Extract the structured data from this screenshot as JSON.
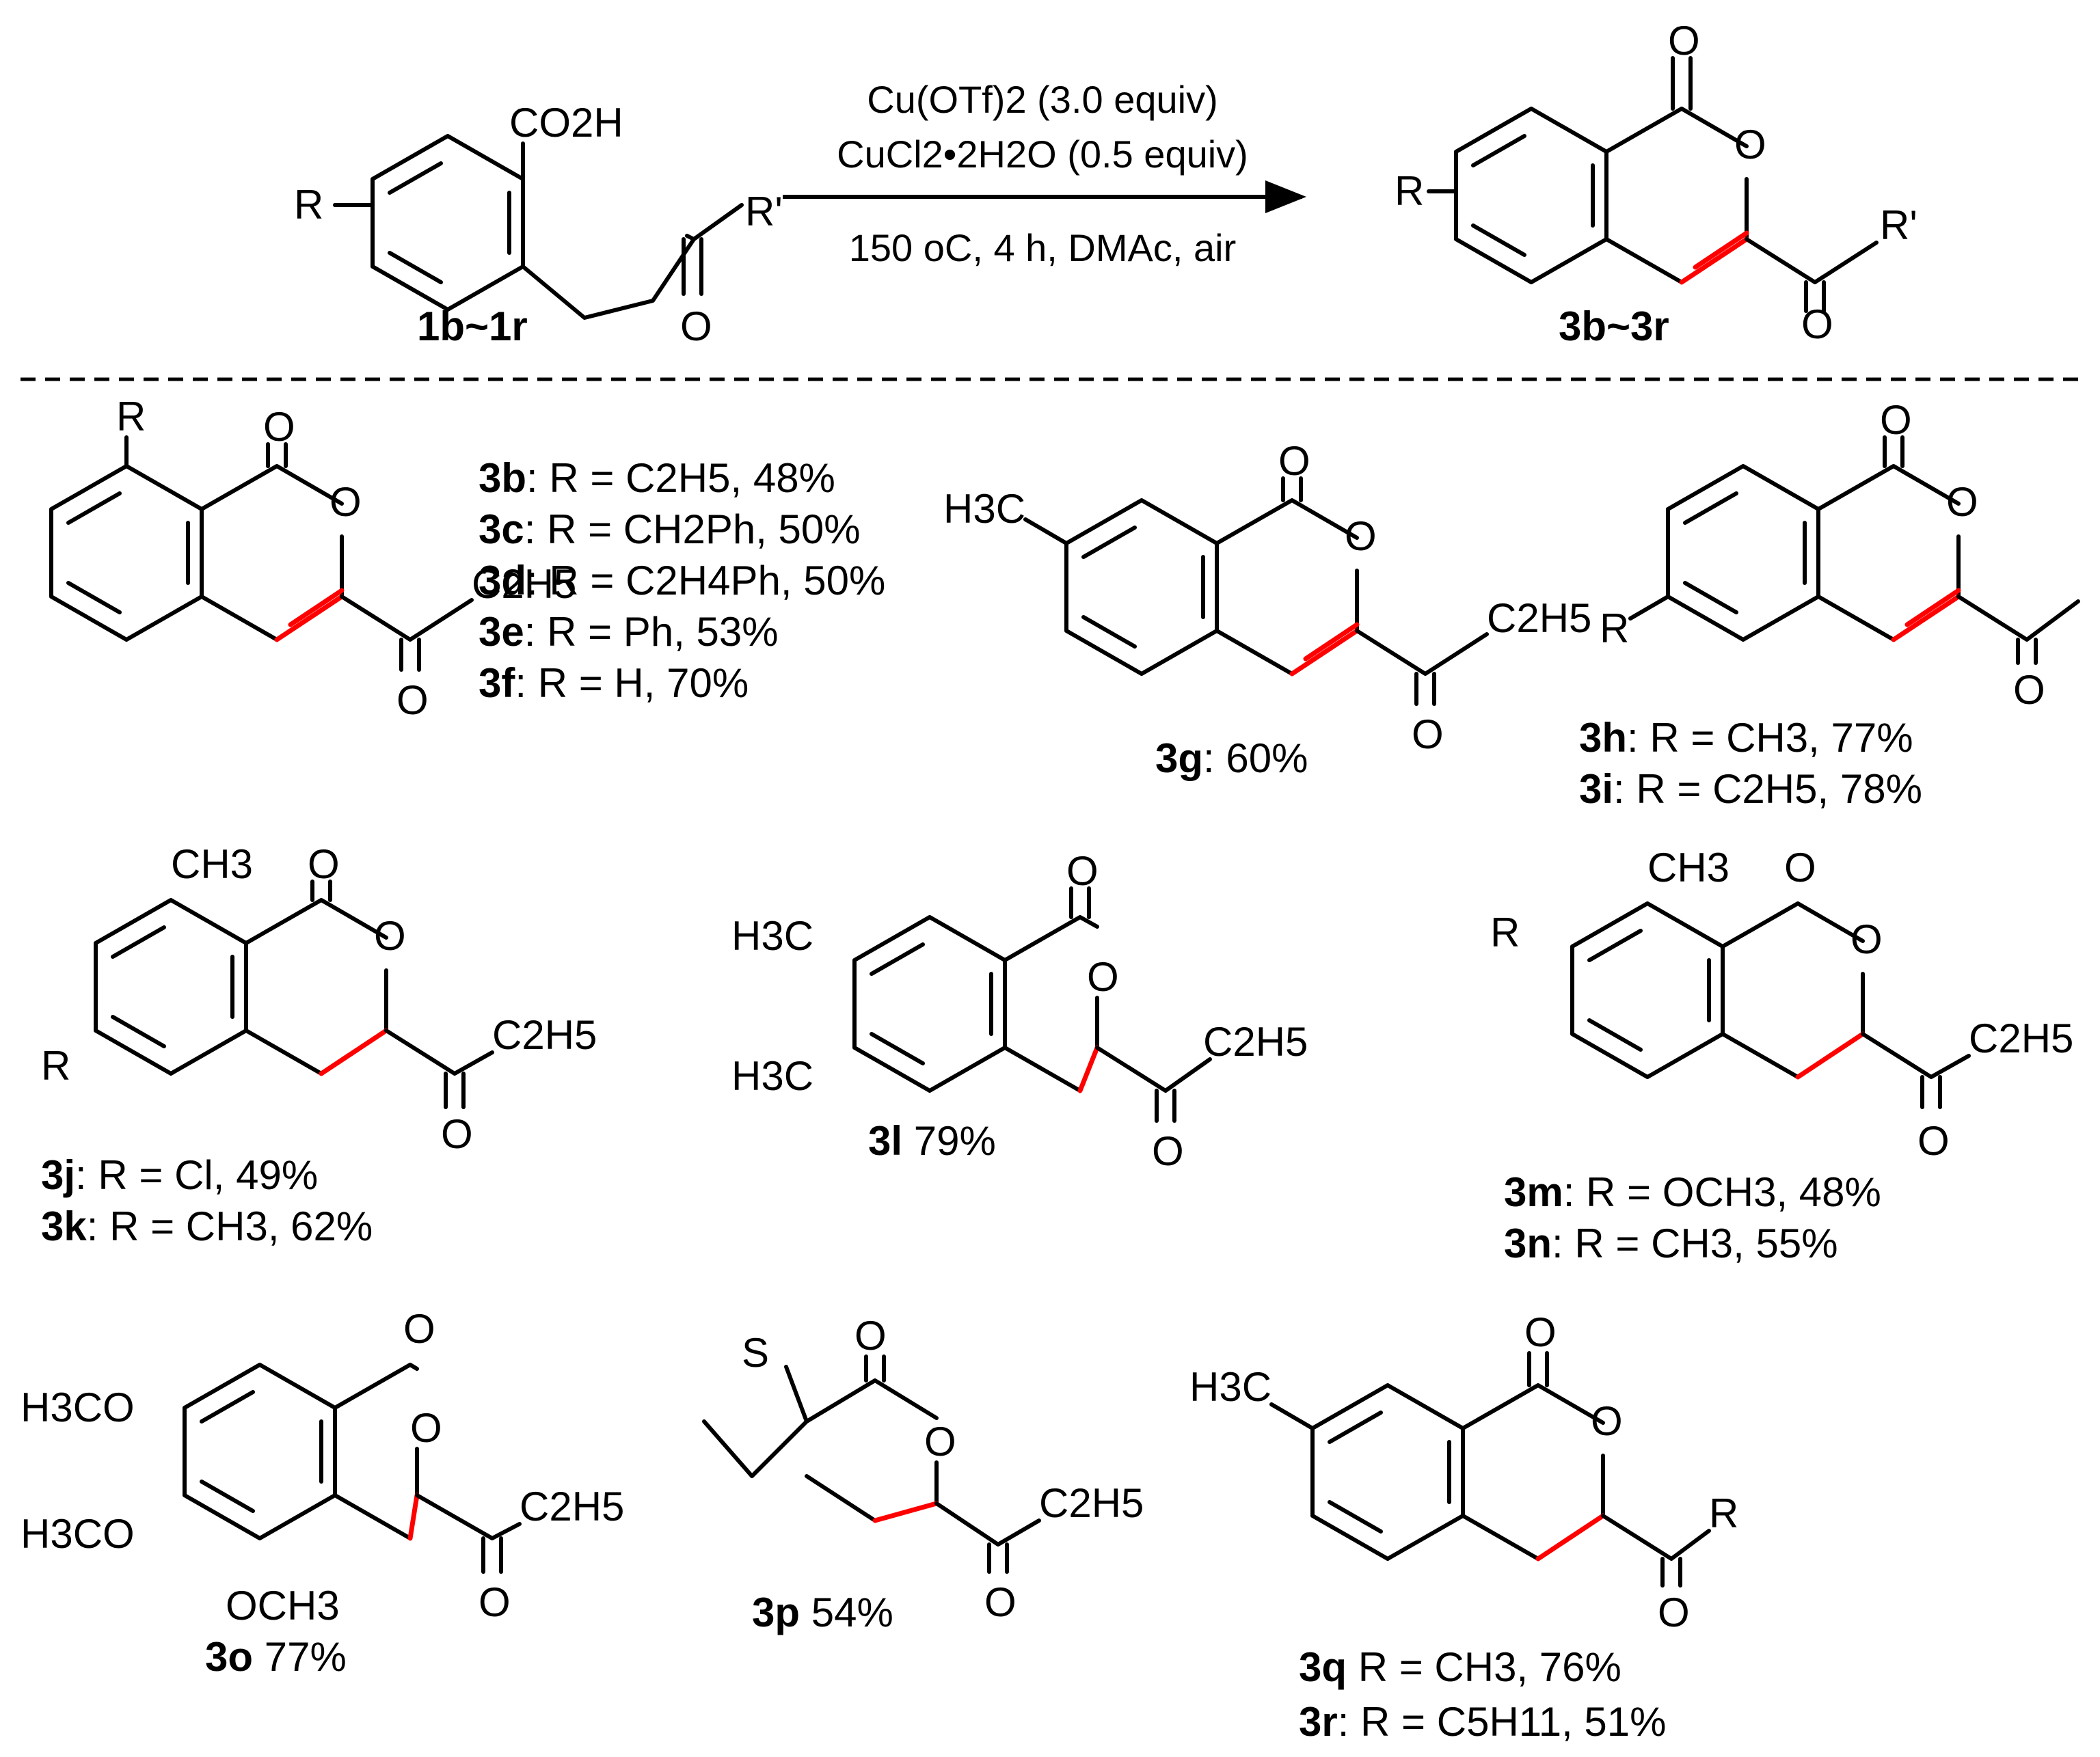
{
  "reaction": {
    "conditions_line1": "Cu(OTf)2 (3.0 equiv)",
    "conditions_line2": "CuCl2•2H2O (0.5 equiv)",
    "conditions_line3": "150 oC, 4 h, DMAc, air",
    "substrate_label": "1b~1r",
    "product_label": "3b~3r",
    "substrate_atoms": {
      "r": "R",
      "r_prime": "R'",
      "co2h": "CO2H",
      "o": "O"
    },
    "product_atoms": {
      "r": "R",
      "r_prime": "R'",
      "ring_o": "O",
      "o": "O"
    }
  },
  "compounds": [
    {
      "id": "3b",
      "text": ": R = C2H5, 48%"
    },
    {
      "id": "3c",
      "text": ": R = CH2Ph, 50%"
    },
    {
      "id": "3d",
      "text": ": R = C2H4Ph, 50%"
    },
    {
      "id": "3e",
      "text": ": R = Ph, 53%"
    },
    {
      "id": "3f",
      "text": ": R = H, 70%"
    },
    {
      "id": "3g",
      "text": ": 60%"
    },
    {
      "id": "3h",
      "text": ": R = CH3, 77%"
    },
    {
      "id": "3i",
      "text": ": R = C2H5, 78%"
    },
    {
      "id": "3j",
      "text": ": R = Cl, 49%"
    },
    {
      "id": "3k",
      "text": ": R = CH3, 62%"
    },
    {
      "id": "3l",
      "text": " 79%"
    },
    {
      "id": "3m",
      "text": ": R = OCH3, 48%"
    },
    {
      "id": "3n",
      "text": ": R = CH3, 55%"
    },
    {
      "id": "3o",
      "text": " 77%"
    },
    {
      "id": "3p",
      "text": "  54%"
    },
    {
      "id": "3q",
      "text": " R = CH3, 76%"
    },
    {
      "id": "3r",
      "text": ": R = C5H11, 51%"
    }
  ],
  "substituents": {
    "ethyl": "C2H5",
    "methyl": "CH3",
    "h3c": "H3C",
    "methoxy_left": "H3CO",
    "methoxy_down": "OCH3",
    "r": "R",
    "s": "S",
    "o": "O"
  },
  "colors": {
    "new_bond": "#ff0000",
    "ink": "#000000"
  }
}
